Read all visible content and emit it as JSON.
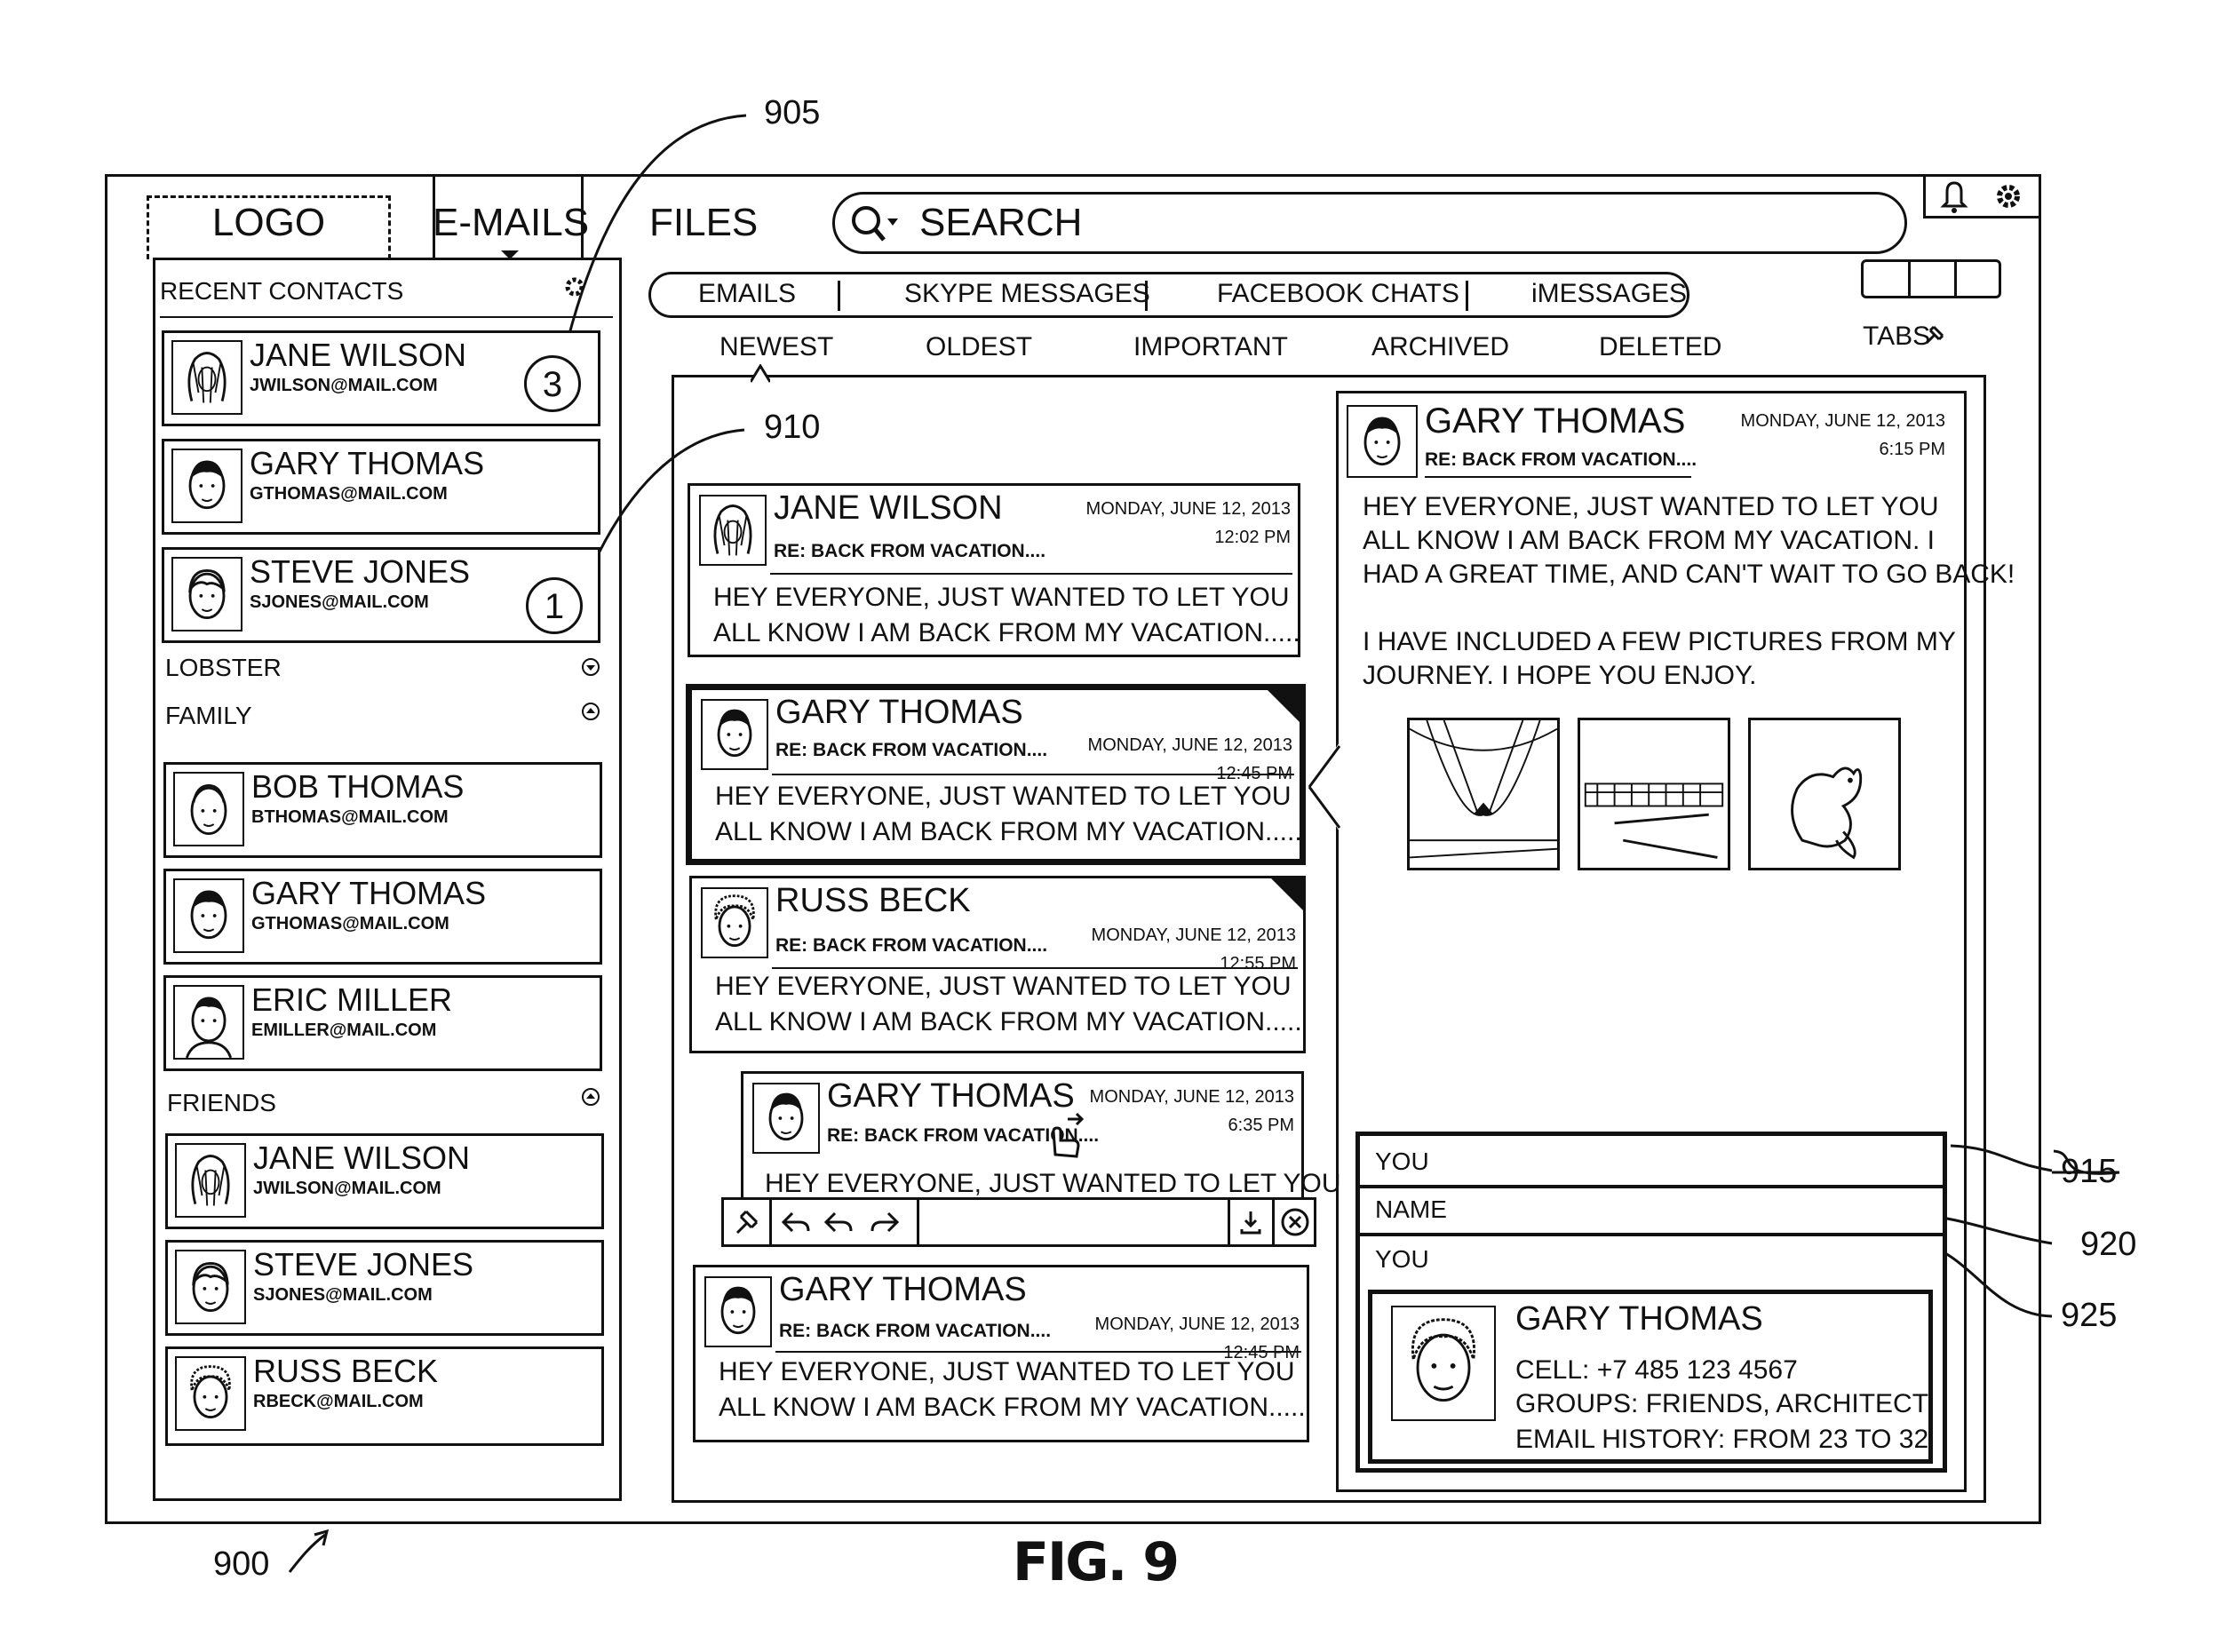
{
  "header": {
    "logo": "LOGO",
    "tabs": [
      "E-MAILS",
      "FILES"
    ],
    "search_placeholder": "SEARCH",
    "icons": [
      "bell-icon",
      "gear-icon"
    ]
  },
  "sidebar": {
    "title": "RECENT CONTACTS",
    "recent": [
      {
        "name": "JANE WILSON",
        "email": "JWILSON@MAIL.COM",
        "badge": "3"
      },
      {
        "name": "GARY THOMAS",
        "email": "GTHOMAS@MAIL.COM"
      },
      {
        "name": "STEVE JONES",
        "email": "SJONES@MAIL.COM",
        "badge": "1"
      }
    ],
    "groups": [
      {
        "label": "LOBSTER",
        "state": "collapsed"
      },
      {
        "label": "FAMILY",
        "state": "expanded",
        "members": [
          {
            "name": "BOB THOMAS",
            "email": "BTHOMAS@MAIL.COM"
          },
          {
            "name": "GARY THOMAS",
            "email": "GTHOMAS@MAIL.COM"
          },
          {
            "name": "ERIC MILLER",
            "email": "EMILLER@MAIL.COM"
          }
        ]
      },
      {
        "label": "FRIENDS",
        "state": "expanded",
        "members": [
          {
            "name": "JANE WILSON",
            "email": "JWILSON@MAIL.COM"
          },
          {
            "name": "STEVE JONES",
            "email": "SJONES@MAIL.COM"
          },
          {
            "name": "RUSS BECK",
            "email": "RBECK@MAIL.COM"
          }
        ]
      }
    ]
  },
  "channels": [
    "EMAILS",
    "SKYPE MESSAGES",
    "FACEBOOK CHATS",
    "iMESSAGES"
  ],
  "sort_tabs": [
    "NEWEST",
    "OLDEST",
    "IMPORTANT",
    "ARCHIVED",
    "DELETED"
  ],
  "tabs_label": "TABS",
  "messages": [
    {
      "name": "JANE WILSON",
      "subject": "RE: BACK FROM VACATION....",
      "date": "MONDAY, JUNE 12, 2013",
      "time": "12:02 PM",
      "body1": "HEY EVERYONE, JUST WANTED TO LET YOU",
      "body2": "ALL KNOW I AM BACK FROM MY VACATION....."
    },
    {
      "name": "GARY THOMAS",
      "subject": "RE: BACK FROM VACATION....",
      "date": "MONDAY, JUNE 12, 2013",
      "time": "12:45 PM",
      "body1": "HEY EVERYONE, JUST WANTED TO LET YOU",
      "body2": "ALL KNOW I AM BACK FROM MY VACATION.....",
      "selected": true
    },
    {
      "name": "RUSS BECK",
      "subject": "RE: BACK FROM VACATION....",
      "date": "MONDAY, JUNE 12, 2013",
      "time": "12:55 PM",
      "body1": "HEY EVERYONE, JUST WANTED TO LET YOU",
      "body2": "ALL KNOW I AM BACK FROM MY VACATION....."
    },
    {
      "name": "GARY THOMAS",
      "subject": "RE: BACK FROM VACATION....",
      "date": "MONDAY, JUNE 12, 2013",
      "time": "6:35 PM",
      "body1": "HEY EVERYONE, JUST WANTED TO LET YOU"
    },
    {
      "name": "GARY THOMAS",
      "subject": "RE: BACK FROM VACATION....",
      "date": "MONDAY, JUNE 12, 2013",
      "time": "12:45 PM",
      "body1": "HEY EVERYONE, JUST WANTED TO LET YOU",
      "body2": "ALL KNOW I AM BACK FROM MY VACATION....."
    }
  ],
  "toolbar_icons": [
    "pin-icon",
    "reply-icon",
    "reply-all-icon",
    "forward-icon",
    "download-icon",
    "close-icon"
  ],
  "reading_pane": {
    "name": "GARY THOMAS",
    "subject": "RE: BACK FROM VACATION....",
    "date": "MONDAY, JUNE 12, 2013",
    "time": "6:15 PM",
    "body": [
      "HEY EVERYONE, JUST WANTED TO LET YOU",
      "ALL KNOW I AM BACK FROM MY VACATION.  I",
      "HAD A GREAT TIME, AND CAN'T WAIT TO GO BACK!",
      "",
      "I HAVE INCLUDED A FEW PICTURES FROM MY",
      "JOURNEY.  I HOPE YOU ENJOY."
    ],
    "pictures": [
      "road-picture",
      "train-picture",
      "squirrel-picture"
    ]
  },
  "compose": {
    "field1": "YOU",
    "field2": "NAME",
    "field3": "YOU",
    "card": {
      "name": "GARY THOMAS",
      "cell": "CELL: +7 485 123 4567",
      "groups": "GROUPS: FRIENDS, ARCHITECT",
      "history": "EMAIL HISTORY: FROM 23 TO 32"
    }
  },
  "annotations": {
    "ref_905": "905",
    "ref_910": "910",
    "ref_915": "915",
    "ref_920": "920",
    "ref_925": "925",
    "ref_900": "900",
    "figure": "FIG. 9"
  }
}
